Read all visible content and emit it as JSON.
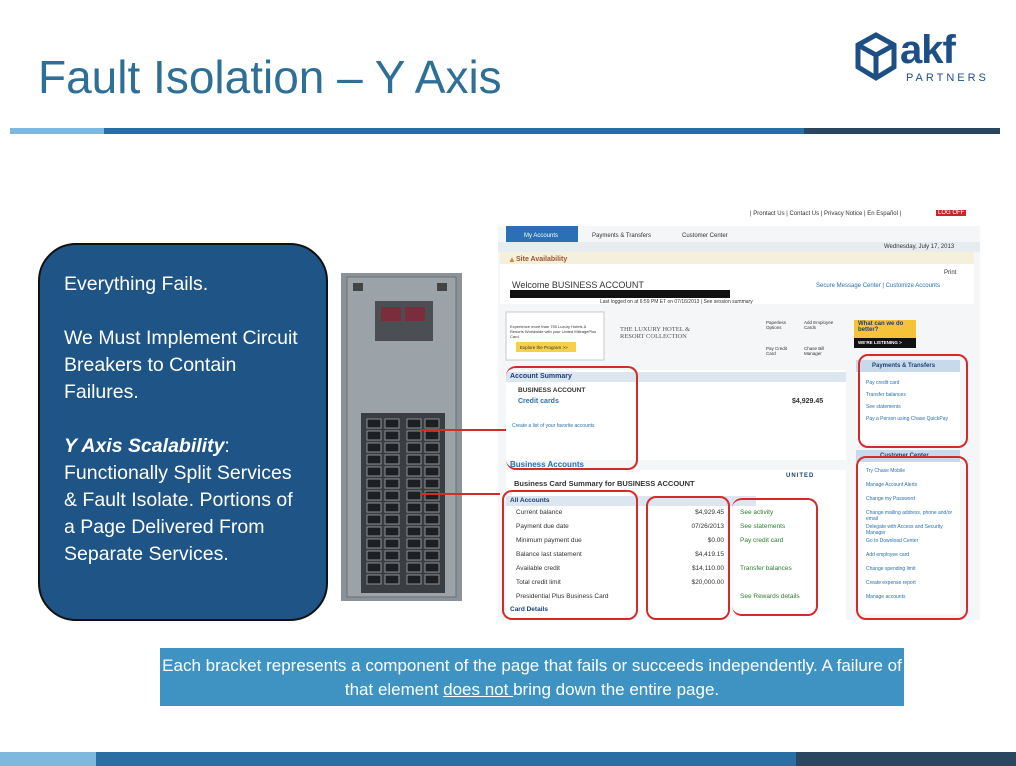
{
  "title": "Fault Isolation – Y Axis",
  "logo": {
    "wordmark": "akf",
    "sub": "PARTNERS"
  },
  "callout": {
    "line1": "Everything Fails.",
    "line2": "We Must Implement Circuit Breakers to Contain Failures.",
    "emphasis": "Y Axis Scalability",
    "colon": ":",
    "line3": "Functionally Split Services & Fault Isolate.  Portions of a Page Delivered From Separate Services."
  },
  "screenshot": {
    "top_links": "| Prontact Us  |  Contact Us  |  Privacy Notice  |  En Español  |",
    "logoff": "LOG OFF",
    "tabs": [
      "My Accounts",
      "Payments & Transfers",
      "Customer Center"
    ],
    "date": "Wednesday, July 17, 2013",
    "site_availability": "Site Availability",
    "print": "Print",
    "welcome": "Welcome BUSINESS ACCOUNT",
    "secure_links": "Secure Message Center  |  Customize Accounts",
    "last_logged": "Last logged on at 6:59 PM ET on 07/16/2013 | See session summary",
    "promo_text": "Experience more than 750 Luxury Hotels & Resorts Worldwide with your United MileagePlus Card.",
    "promo_button": "Explore the Program >>",
    "luxury": "THE LUXURY HOTEL & RESORT COLLECTION",
    "icons": [
      "Paperless Options",
      "Add Employee Cards",
      "Pay Credit Card",
      "Chase Bill Manager"
    ],
    "what_can_we": "What can we do better?",
    "were_listening": "WE'RE LISTENING >",
    "account_summary": "Account Summary",
    "business_account": "BUSINESS ACCOUNT",
    "credit_cards": "Credit cards",
    "credit_cards_value": "$4,929.45",
    "create_list": "Create a list of your favorite accounts",
    "business_accounts": "Business Accounts",
    "bcs_title": "Business Card Summary for BUSINESS ACCOUNT",
    "united": "UNITED",
    "all_accounts": "All Accounts",
    "rows": [
      {
        "label": "Current balance",
        "value": "$4,929.45",
        "action": "See activity"
      },
      {
        "label": "Payment due date",
        "value": "07/26/2013",
        "action": "See statements"
      },
      {
        "label": "Minimum payment due",
        "value": "$0.00",
        "action": "Pay credit card"
      },
      {
        "label": "Balance last statement",
        "value": "$4,419.15",
        "action": ""
      },
      {
        "label": "Available credit",
        "value": "$14,110.00",
        "action": "Transfer balances"
      },
      {
        "label": "Total credit limit",
        "value": "$20,000.00",
        "action": ""
      },
      {
        "label": "Presidential Plus Business Card",
        "value": "",
        "action": "See Rewards details"
      }
    ],
    "card_details": "Card Details",
    "payments_header": "Payments & Transfers",
    "payments_links": [
      "Pay credit card",
      "Transfer balances",
      "See statements",
      "Pay a Person using Chase QuickPay"
    ],
    "customer_header": "Customer Center",
    "customer_links": [
      "Try Chase Mobile",
      "Manage Account Alerts",
      "Change my Password",
      "Change mailing address, phone and/or email",
      "Delegate with Access and Security Manager",
      "Go to Download Center",
      "Add employee card",
      "Change spending limit",
      "Create expense report",
      "Manage accounts"
    ]
  },
  "caption": {
    "part1": "Each bracket represents a component of the page that fails or succeeds independently.  A failure of that element ",
    "underlined": "does not ",
    "part2": "bring down the entire page."
  },
  "colors": {
    "title": "#2e6f97",
    "callout_bg": "#1e5486",
    "caption_bg": "#3f93c3",
    "bracket": "#d42a2a",
    "bar_light": "#7fb8dd",
    "bar_dark": "#1f4f7d"
  }
}
